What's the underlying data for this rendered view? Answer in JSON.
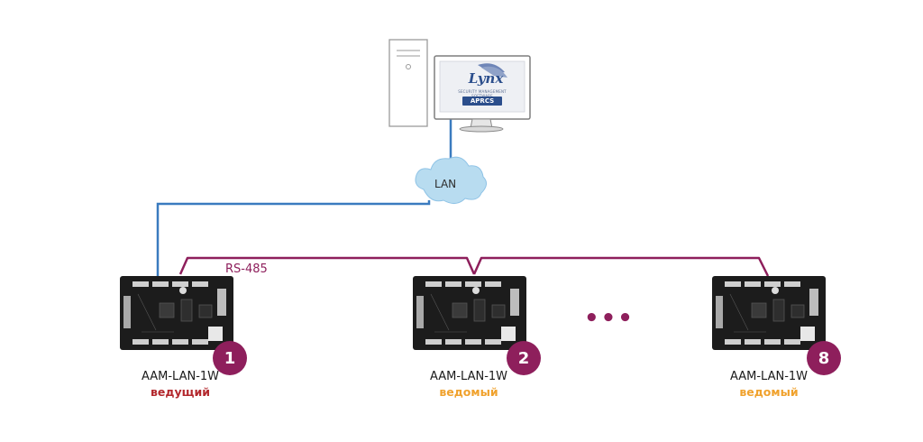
{
  "network": {
    "lan_label": "LAN",
    "bus_label": "RS-485",
    "ellipsis": "•••"
  },
  "software": {
    "brand": "Lynx",
    "subtitle": "SECURITY MANAGEMENT SOFTWARE",
    "badge": "APRCS"
  },
  "boards": [
    {
      "model": "AAM-LAN-1W",
      "role": "ведущий",
      "number": "1",
      "role_color": "#b3282d"
    },
    {
      "model": "AAM-LAN-1W",
      "role": "ведомый",
      "number": "2",
      "role_color": "#f0a22e"
    },
    {
      "model": "AAM-LAN-1W",
      "role": "ведомый",
      "number": "8",
      "role_color": "#f0a22e"
    }
  ],
  "colors": {
    "lan_line": "#3a7bbf",
    "bus_line": "#8e1f5c",
    "cloud": "#b8dcf0",
    "board": "#1c1c1c"
  }
}
